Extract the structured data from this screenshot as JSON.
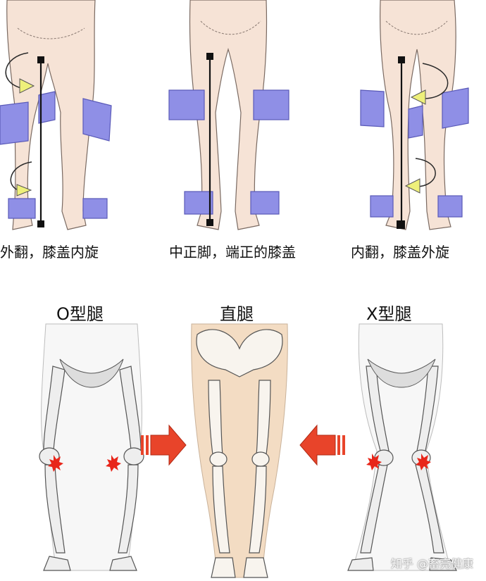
{
  "top_captions": [
    "外翻，膝盖内旋",
    "中正脚，端正的膝盖",
    "内翻，膝盖外旋"
  ],
  "bottom_titles": [
    "O型腿",
    "直腿",
    "X型腿"
  ],
  "watermark": "知乎 @畜亮健康",
  "colors": {
    "skin": "#f6e3d6",
    "skin_line": "#7a6a62",
    "plane": "#8f8fe6",
    "plane_edge": "#5a5ab8",
    "arrow_yellow": "#eef07a",
    "bone": "#f4f4f4",
    "bone_line": "#555555",
    "bone_tint": "#f3dcc3",
    "red_arrow": "#e8442a",
    "starburst": "#e8261a"
  },
  "icons": [
    "rotate-arrow-icon",
    "red-arrow-right-icon",
    "red-arrow-left-icon",
    "pain-starburst-icon"
  ]
}
